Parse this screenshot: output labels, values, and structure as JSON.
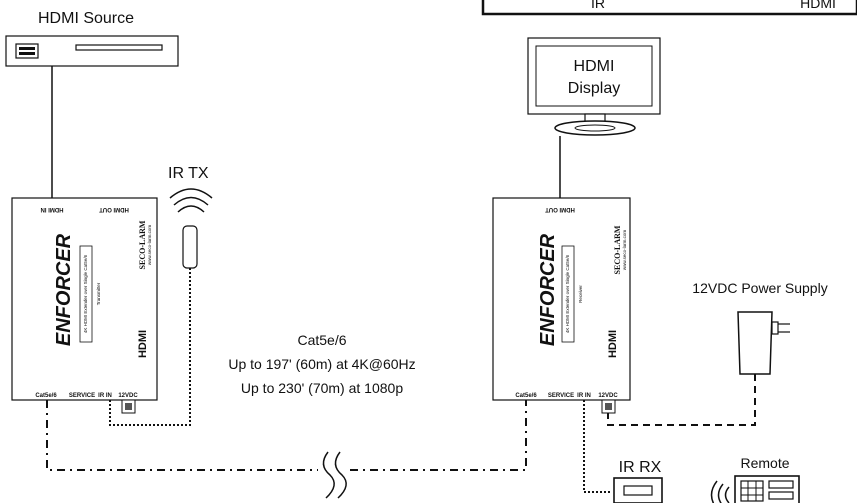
{
  "labels": {
    "hdmi_source": "HDMI Source",
    "hdmi_display_line1": "HDMI",
    "hdmi_display_line2": "Display",
    "ir_tx": "IR TX",
    "ir_rx": "IR RX",
    "remote": "Remote",
    "power_supply": "12VDC Power Supply",
    "cable_line1": "Cat5e/6",
    "cable_line2": "Up to 197' (60m) at 4K@60Hz",
    "cable_line3": "Up to 230' (70m) at 1080p",
    "table_ir": "IR",
    "table_hdmi": "HDMI"
  },
  "transmitter": {
    "port_hdmi_in": "HDMI IN",
    "port_hdmi_out": "HDMI OUT",
    "brand": "ENFORCER",
    "product_line1": "4K HDMI Extender over Single Cat5e/6",
    "product_line2": "Transmitter",
    "maker": "SECO-LARM",
    "website": "www.seco-larm.com",
    "hdmi_logo": "HDMI",
    "bottom_cat": "Cat5e/6",
    "bottom_service": "SERVICE",
    "bottom_ir": "IR IN",
    "bottom_power": "12VDC"
  },
  "receiver": {
    "port_hdmi_out": "HDMI OUT",
    "brand": "ENFORCER",
    "product_line1": "4K HDMI Extender over Single Cat5e/6",
    "product_line2": "Receiver",
    "maker": "SECO-LARM",
    "website": "www.seco-larm.com",
    "hdmi_logo": "HDMI",
    "bottom_cat": "Cat5e/6",
    "bottom_service": "SERVICE",
    "bottom_ir": "IR IN",
    "bottom_power": "12VDC"
  }
}
